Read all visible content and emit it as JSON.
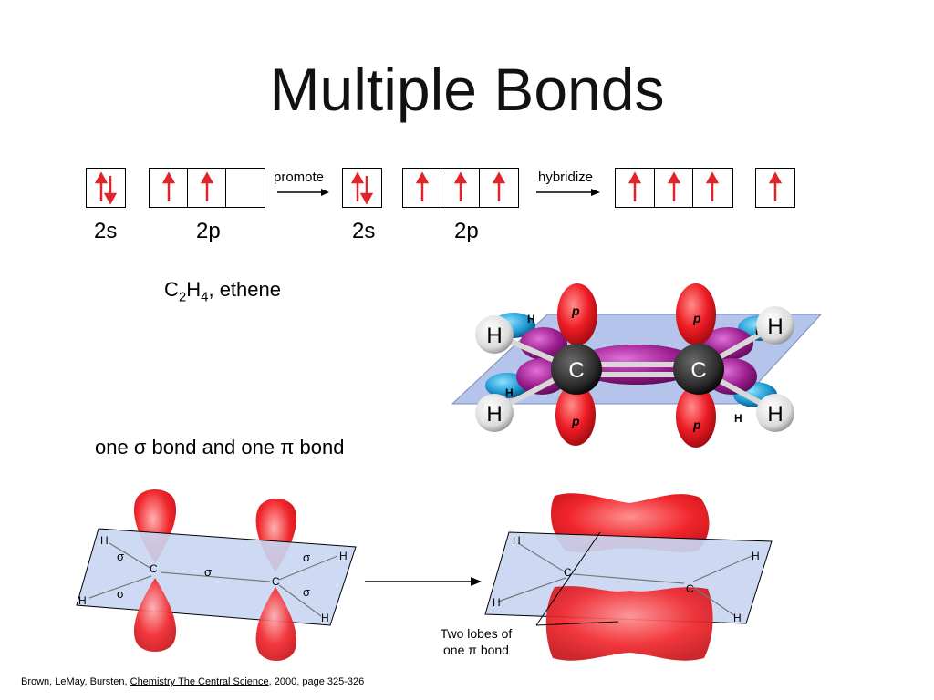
{
  "slide": {
    "title": "Multiple Bonds",
    "formula": {
      "c": "C",
      "c_sub": "2",
      "h": "H",
      "h_sub": "4",
      "name": ", ethene"
    },
    "bond_text": "one σ bond and one π bond",
    "citation": {
      "authors": "Brown, LeMay, Bursten, ",
      "book": "Chemistry The Central Science",
      "rest": ", 2000, page 325-326"
    }
  },
  "orbital_diagram": {
    "labels": [
      "2s",
      "2p",
      "2s",
      "2p"
    ],
    "steps": [
      "promote",
      "hybridize"
    ],
    "electron_color": "#e0242a"
  },
  "molecule_model": {
    "atom_labels": [
      "H",
      "H",
      "C",
      "C",
      "H",
      "H"
    ],
    "orbital_labels": [
      "p",
      "p",
      "p",
      "p"
    ],
    "small_h_labels": [
      "H",
      "H",
      "H",
      "H"
    ]
  },
  "pi_bond_diagram": {
    "left_atoms": [
      "H",
      "H",
      "C",
      "C",
      "H",
      "H"
    ],
    "sigma_labels": [
      "σ",
      "σ",
      "σ",
      "σ",
      "σ"
    ],
    "right_atoms": [
      "H",
      "H",
      "C",
      "C",
      "H",
      "H"
    ],
    "caption_line1": "Two lobes of",
    "caption_line2": "one π bond",
    "plane_color": "#c9d6f2",
    "lobe_color": "#f0262c"
  }
}
